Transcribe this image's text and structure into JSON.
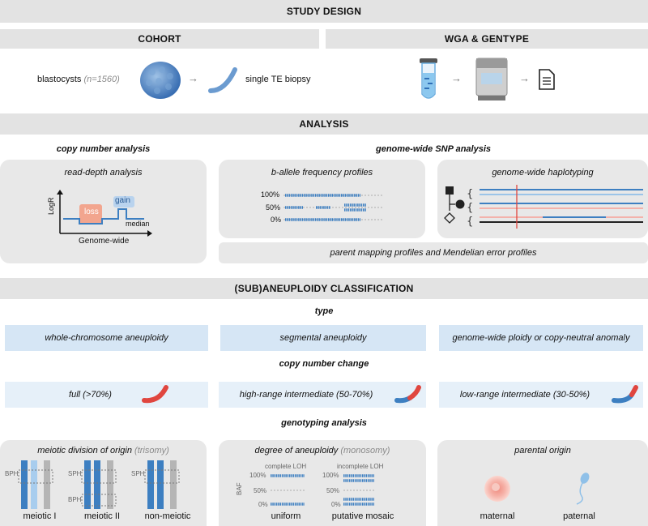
{
  "study_design": {
    "title": "STUDY DESIGN",
    "cohort": {
      "title": "COHORT",
      "blastocysts_label": "blastocysts",
      "n_label": "(n=1560)",
      "biopsy_label": "single TE biopsy"
    },
    "wga": {
      "title": "WGA & GENTYPE"
    }
  },
  "analysis": {
    "title": "ANALYSIS",
    "copy_number": {
      "heading": "copy number analysis",
      "panel_title": "read-depth analysis",
      "loss": "loss",
      "gain": "gain",
      "median": "median",
      "y_axis": "LogR",
      "x_axis": "Genome-wide"
    },
    "snp": {
      "heading": "genome-wide SNP analysis",
      "baf_title": "b-allele frequency profiles",
      "baf_levels": [
        "100%",
        "50%",
        "0%"
      ],
      "haplo_title": "genome-wide haplotyping",
      "mapping_title": "parent mapping profiles and Mendelian error profiles"
    }
  },
  "classification": {
    "title": "(SUB)ANEUPLOIDY CLASSIFICATION",
    "type_heading": "type",
    "types": [
      "whole-chromosome aneuploidy",
      "segmental aneuploidy",
      "genome-wide ploidy or copy-neutral anomaly"
    ],
    "cn_heading": "copy number change",
    "cn_changes": [
      "full (>70%)",
      "high-range intermediate (50-70%)",
      "low-range intermediate (30-50%)"
    ],
    "geno_heading": "genotyping analysis",
    "meiotic": {
      "title": "meiotic division of origin",
      "qualifier": "(trisomy)",
      "labels": [
        "meiotic I",
        "meiotic II",
        "non-meiotic"
      ],
      "bph": "BPH",
      "sph": "SPH"
    },
    "degree": {
      "title": "degree of aneuploidy",
      "qualifier": "(monosomy)",
      "complete": "complete LOH",
      "incomplete": "incomplete LOH",
      "baf": "BAF",
      "levels": [
        "100%",
        "50%",
        "0%"
      ],
      "labels": [
        "uniform",
        "putative mosaic"
      ]
    },
    "parental": {
      "title": "parental origin",
      "labels": [
        "maternal",
        "paternal"
      ]
    }
  },
  "colors": {
    "blue": "#3d7fc1",
    "red": "#e0463f",
    "pink": "#f3b2ab",
    "panel": "#e8e8e8"
  }
}
